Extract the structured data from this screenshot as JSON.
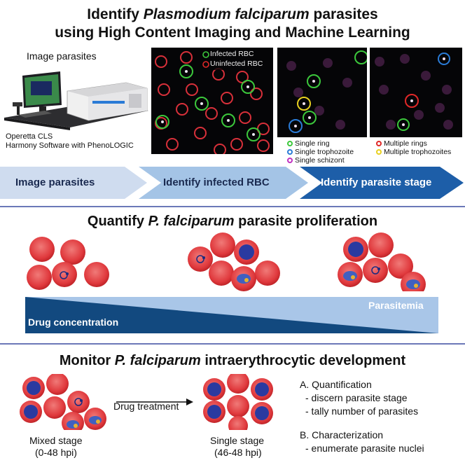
{
  "title": {
    "line1_pre": "Identify ",
    "line1_italic": "Plasmodium falciparum",
    "line1_post": " parasites",
    "line2": "using High Content Imaging and Machine Learning"
  },
  "imaging": {
    "label": "Image parasites",
    "caption_line1": "Operetta CLS",
    "caption_line2": "Harmony Software with PhenoLOGIC"
  },
  "panel1_legend": {
    "infected": "Infected RBC",
    "uninfected": "Uninfected RBC"
  },
  "stage_legend": {
    "single_ring": "Single ring",
    "single_trophozoite": "Single trophozoite",
    "single_schizont": "Single schizont",
    "multiple_rings": "Multiple rings",
    "multiple_trophozoites": "Multiple trophozoites"
  },
  "workflow": {
    "step1": "Image parasites",
    "step2": "Identify infected RBC",
    "step3": "Identify parasite stage"
  },
  "quantify": {
    "title_pre": "Quantify ",
    "title_italic": "P. falciparum",
    "title_post": " parasite proliferation",
    "parasitemia": "Parasitemia",
    "drug_concentration": "Drug concentration"
  },
  "monitor": {
    "title_pre": "Monitor ",
    "title_italic": "P. falciparum",
    "title_post": " intraerythrocytic development",
    "arrow_label": "Drug treatment",
    "mixed_label": "Mixed stage",
    "mixed_hpi": "(0-48 hpi)",
    "single_label": "Single stage",
    "single_hpi": "(46-48 hpi)",
    "a_heading": "A. Quantification",
    "a_item1": "- discern parasite stage",
    "a_item2": "- tally number of parasites",
    "b_heading": "B. Characterization",
    "b_item1": "- enumerate parasite nuclei"
  },
  "colors": {
    "infected_ring": "#3cc83c",
    "uninfected_ring": "#e02828",
    "single_ring": "#3cc83c",
    "single_trophozoite": "#2a7bd6",
    "single_schizont": "#c030c0",
    "multiple_rings": "#e02828",
    "multiple_trophozoites": "#e8d020",
    "rbc": "#e0393d",
    "divider": "#6b78b8"
  }
}
